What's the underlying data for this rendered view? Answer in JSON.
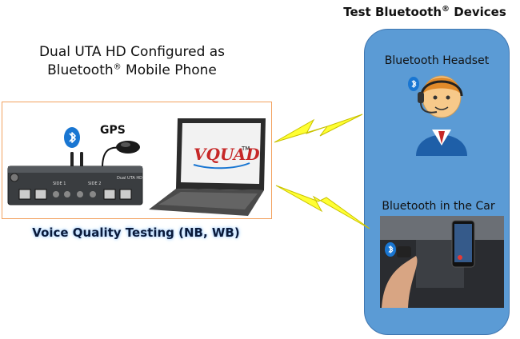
{
  "left_title": {
    "line1": "Dual UTA HD Configured as",
    "line2": "Bluetooth",
    "line2_reg": "®",
    "line2_rest": " Mobile Phone"
  },
  "gps_label": "GPS",
  "device_labels": {
    "side1": "SIDE 1",
    "side2": "SIDE 2",
    "model": "Dual UTA HD"
  },
  "vquad_logo": {
    "text": "VQUAD",
    "tm": "TM"
  },
  "bottom_caption": "Voice Quality Testing (NB, WB)",
  "panel": {
    "title": "Test Bluetooth",
    "title_reg": "®",
    "title_rest": " Devices",
    "headset_label": "Bluetooth Headset",
    "car_label": "Bluetooth in the Car"
  },
  "colors": {
    "panel_fill": "#5b9bd5",
    "box_border": "#f2a15f",
    "lightning": "#ffff33",
    "bluetooth": "#1976d2"
  }
}
